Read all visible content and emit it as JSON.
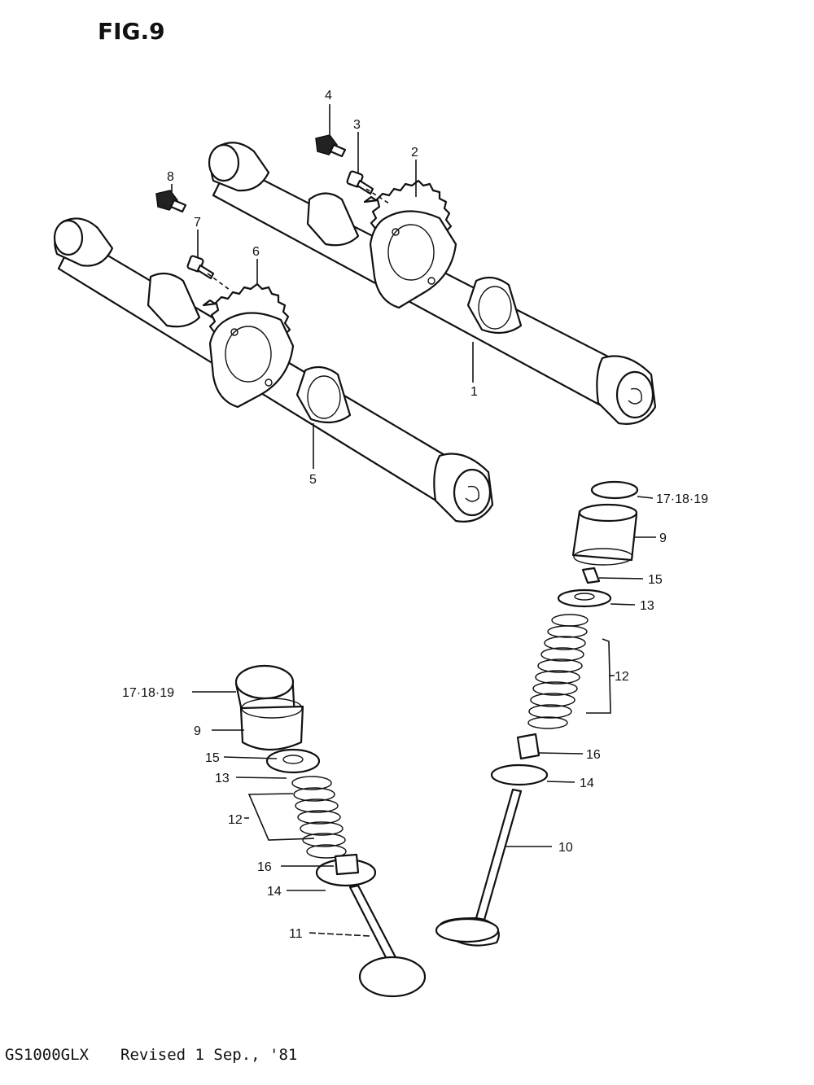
{
  "figure": {
    "title": "FIG.9"
  },
  "callouts": {
    "c1": "1",
    "c2": "2",
    "c3": "3",
    "c4": "4",
    "c5": "5",
    "c6": "6",
    "c7": "7",
    "c8": "8",
    "c9a": "9",
    "c9b": "9",
    "c10": "10",
    "c11": "11",
    "c12a": "12",
    "c12b": "12",
    "c13a": "13",
    "c13b": "13",
    "c14a": "14",
    "c14b": "14",
    "c15a": "15",
    "c15b": "15",
    "c16a": "16",
    "c16b": "16",
    "c17a": "17·18·19",
    "c17b": "17·18·19"
  },
  "footer": {
    "model": "GS1000GLX",
    "revision": "Revised 1 Sep., '81"
  }
}
